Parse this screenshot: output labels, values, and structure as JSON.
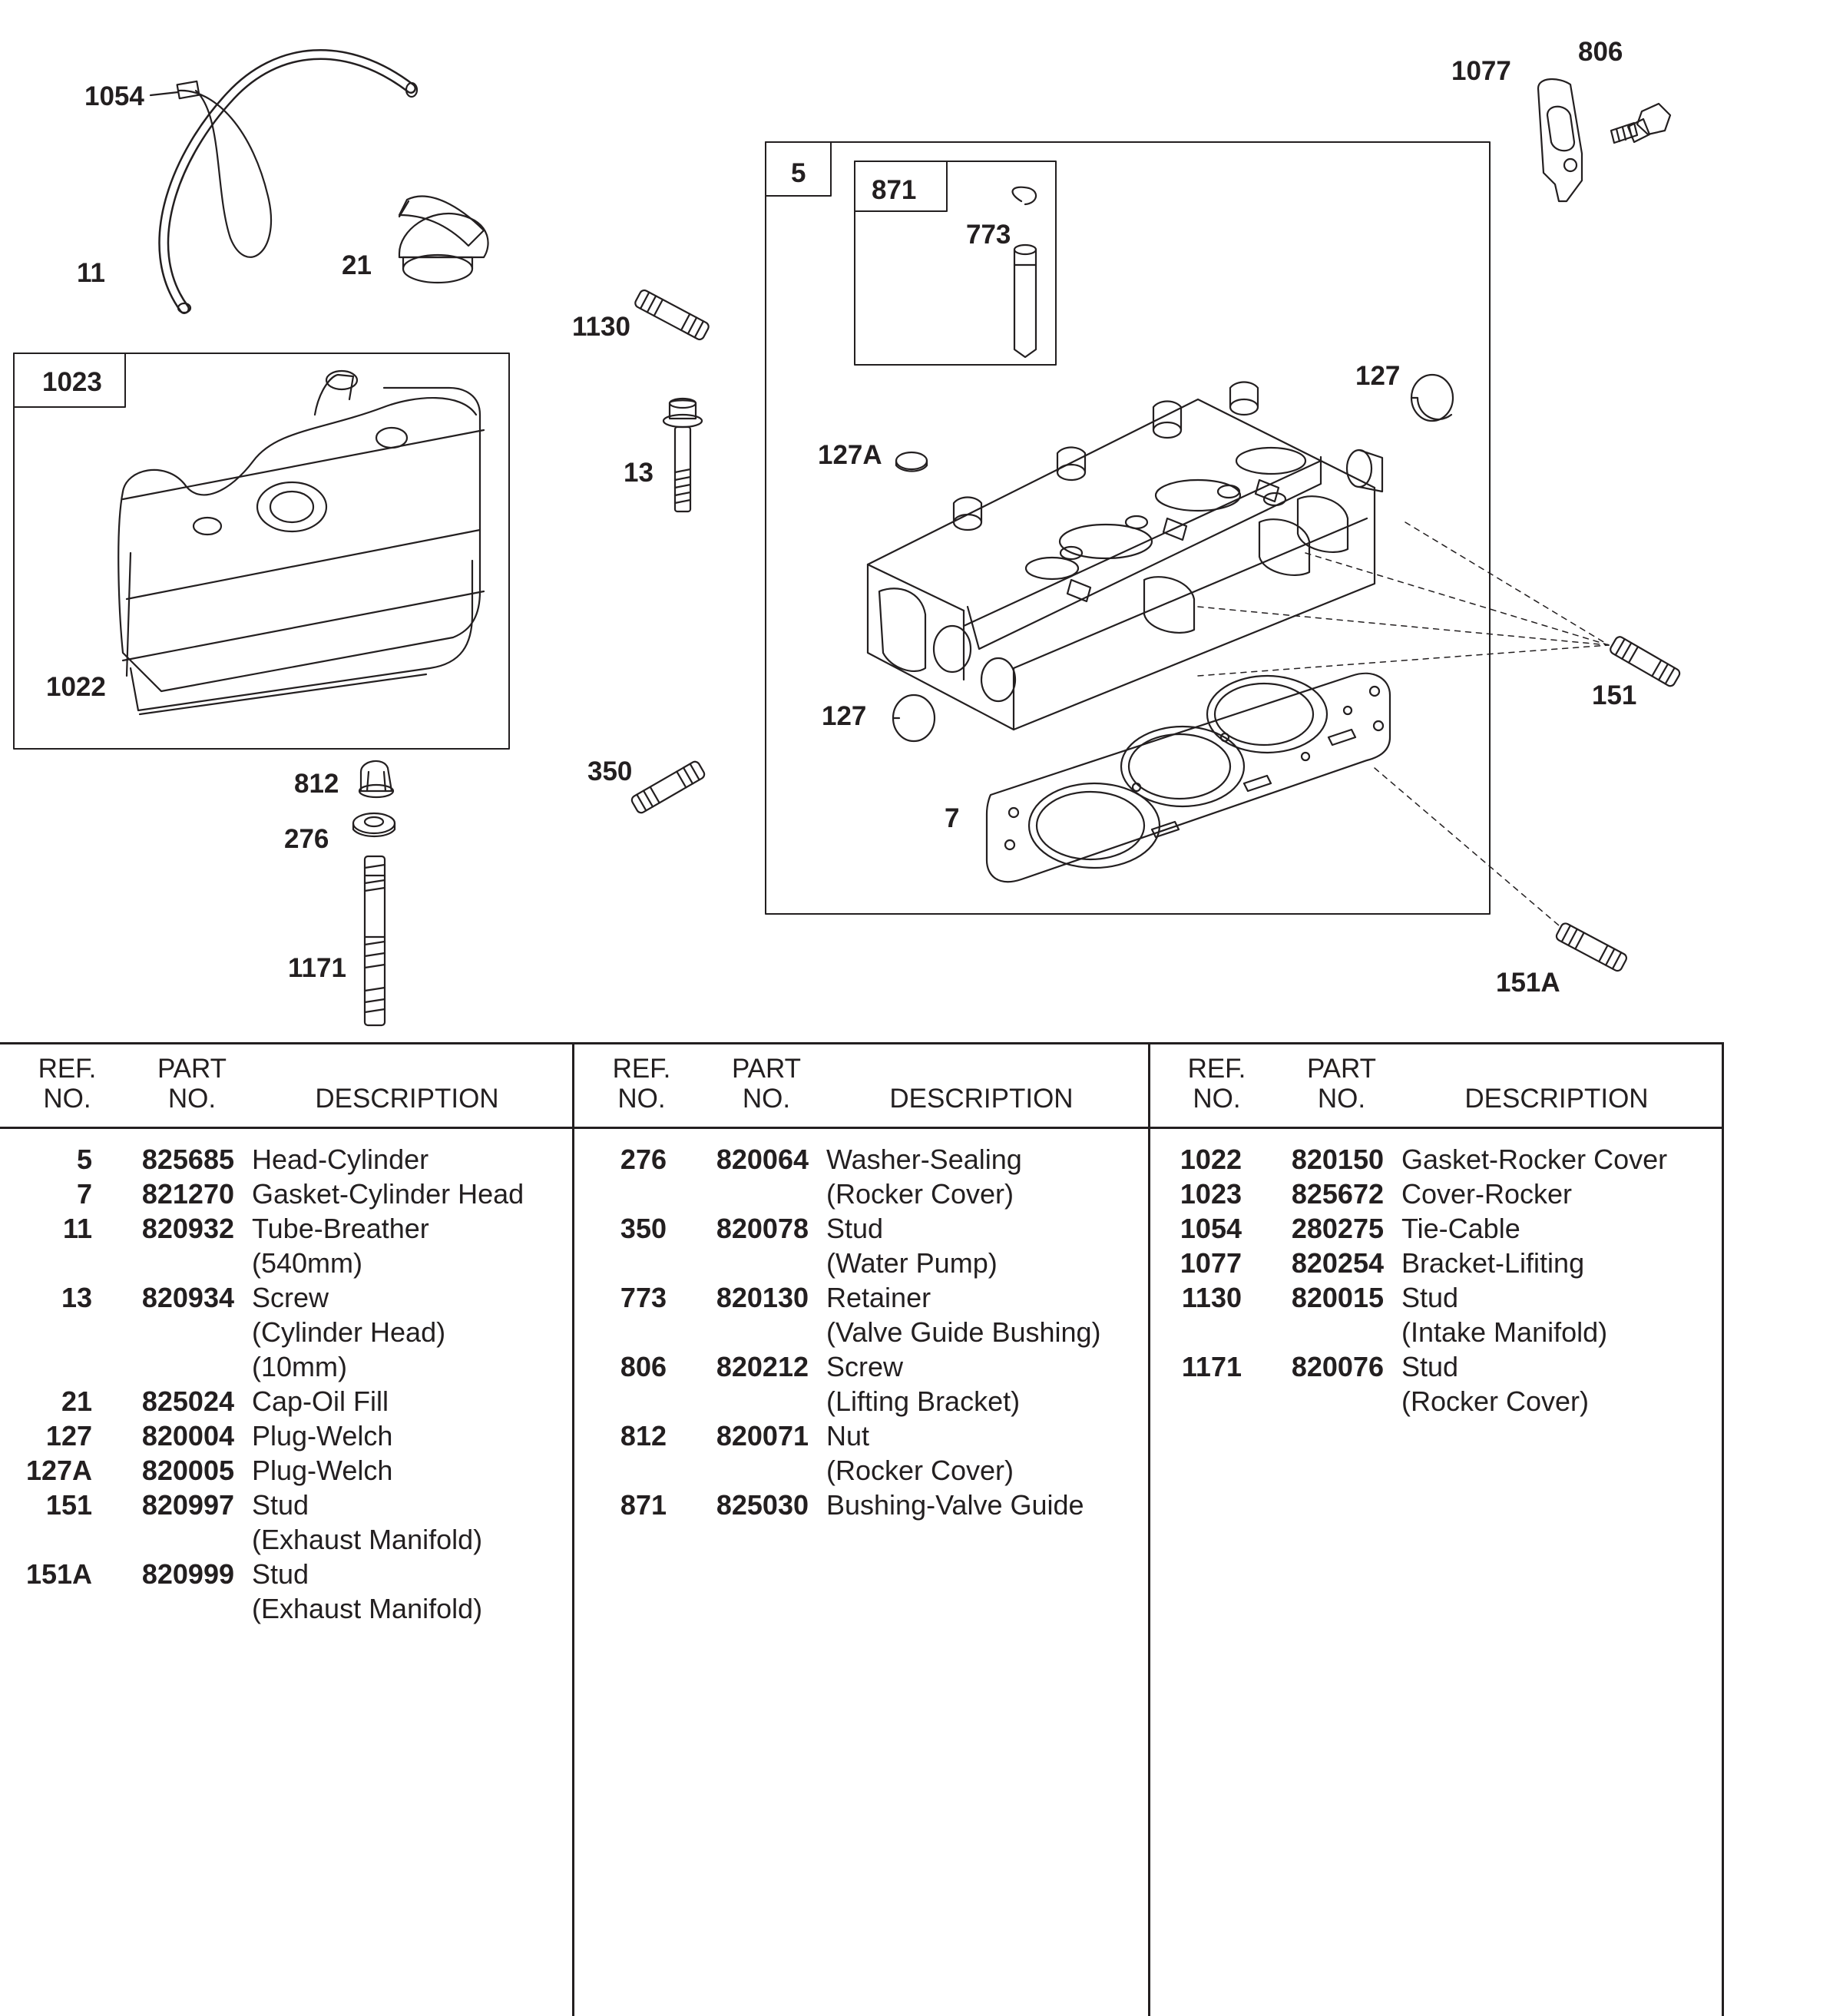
{
  "callouts": {
    "c1054": "1054",
    "c11": "11",
    "c21": "21",
    "c1023": "1023",
    "c1022": "1022",
    "c812": "812",
    "c276": "276",
    "c1171": "1171",
    "c1130": "1130",
    "c13": "13",
    "c350": "350",
    "c5": "5",
    "c871": "871",
    "c773": "773",
    "c127a": "127A",
    "c127top": "127",
    "c127bot": "127",
    "c7": "7",
    "c151": "151",
    "c151a": "151A",
    "c1077": "1077",
    "c806": "806"
  },
  "table": {
    "headers": {
      "ref_line1": "REF.",
      "ref_line2": "NO.",
      "part_line1": "PART",
      "part_line2": "NO.",
      "desc": "DESCRIPTION"
    },
    "columns": [
      [
        {
          "ref": "5",
          "part": "825685",
          "desc": "Head-Cylinder"
        },
        {
          "ref": "7",
          "part": "821270",
          "desc": "Gasket-Cylinder Head"
        },
        {
          "ref": "11",
          "part": "820932",
          "desc": "Tube-Breather"
        },
        {
          "ref": "",
          "part": "",
          "desc": "(540mm)"
        },
        {
          "ref": "13",
          "part": "820934",
          "desc": "Screw"
        },
        {
          "ref": "",
          "part": "",
          "desc": "(Cylinder Head)"
        },
        {
          "ref": "",
          "part": "",
          "desc": "(10mm)"
        },
        {
          "ref": "21",
          "part": "825024",
          "desc": "Cap-Oil Fill"
        },
        {
          "ref": "127",
          "part": "820004",
          "desc": "Plug-Welch"
        },
        {
          "ref": "127A",
          "part": "820005",
          "desc": "Plug-Welch"
        },
        {
          "ref": "151",
          "part": "820997",
          "desc": "Stud"
        },
        {
          "ref": "",
          "part": "",
          "desc": "(Exhaust Manifold)"
        },
        {
          "ref": "151A",
          "part": "820999",
          "desc": "Stud"
        },
        {
          "ref": "",
          "part": "",
          "desc": "(Exhaust Manifold)"
        }
      ],
      [
        {
          "ref": "276",
          "part": "820064",
          "desc": "Washer-Sealing"
        },
        {
          "ref": "",
          "part": "",
          "desc": "(Rocker Cover)"
        },
        {
          "ref": "350",
          "part": "820078",
          "desc": "Stud"
        },
        {
          "ref": "",
          "part": "",
          "desc": "(Water Pump)"
        },
        {
          "ref": "773",
          "part": "820130",
          "desc": "Retainer"
        },
        {
          "ref": "",
          "part": "",
          "desc": "(Valve Guide Bushing)"
        },
        {
          "ref": "806",
          "part": "820212",
          "desc": "Screw"
        },
        {
          "ref": "",
          "part": "",
          "desc": "(Lifting Bracket)"
        },
        {
          "ref": "812",
          "part": "820071",
          "desc": "Nut"
        },
        {
          "ref": "",
          "part": "",
          "desc": "(Rocker Cover)"
        },
        {
          "ref": "871",
          "part": "825030",
          "desc": "Bushing-Valve Guide"
        }
      ],
      [
        {
          "ref": "1022",
          "part": "820150",
          "desc": "Gasket-Rocker Cover"
        },
        {
          "ref": "1023",
          "part": "825672",
          "desc": "Cover-Rocker"
        },
        {
          "ref": "1054",
          "part": "280275",
          "desc": "Tie-Cable"
        },
        {
          "ref": "1077",
          "part": "820254",
          "desc": "Bracket-Lifiting"
        },
        {
          "ref": "1130",
          "part": "820015",
          "desc": "Stud"
        },
        {
          "ref": "",
          "part": "",
          "desc": "(Intake Manifold)"
        },
        {
          "ref": "1171",
          "part": "820076",
          "desc": "Stud"
        },
        {
          "ref": "",
          "part": "",
          "desc": "(Rocker Cover)"
        }
      ]
    ]
  }
}
